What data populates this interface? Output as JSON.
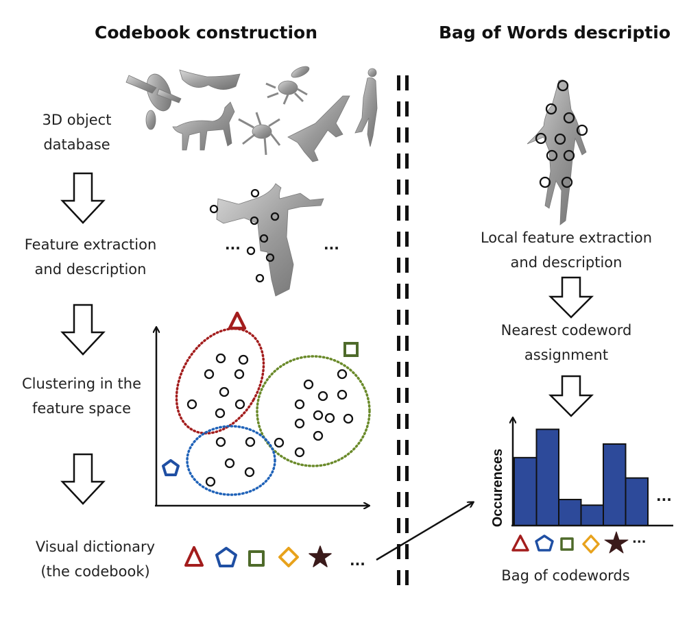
{
  "left_panel": {
    "title": "Codebook construction",
    "steps": [
      {
        "line1": "3D object",
        "line2": "database"
      },
      {
        "line1": "Feature extraction",
        "line2": "and description"
      },
      {
        "line1": "Clustering in the",
        "line2": "feature space"
      },
      {
        "line1": "Visual dictionary",
        "line2": "(the codebook)"
      }
    ],
    "ellipsis": "...",
    "codebook_symbols": [
      {
        "name": "triangle",
        "color": "#a31d1d"
      },
      {
        "name": "pentagon",
        "color": "#1f4fa3"
      },
      {
        "name": "square",
        "color": "#4e6a2a"
      },
      {
        "name": "diamond",
        "color": "#e8a21c"
      },
      {
        "name": "star",
        "color": "#3a1a1a"
      }
    ],
    "clusters": [
      {
        "symbol": "triangle",
        "color": "#a31d1d"
      },
      {
        "symbol": "pentagon",
        "color": "#1f4fa3"
      },
      {
        "symbol": "square",
        "color": "#6a8a2a"
      }
    ]
  },
  "right_panel": {
    "title": "Bag of Words descriptio",
    "steps": [
      {
        "line1": "Local feature extraction",
        "line2": "and description"
      },
      {
        "line1": "Nearest codeword",
        "line2": "assignment"
      }
    ],
    "caption": "Bag of codewords",
    "ellipsis": "..."
  },
  "chart_data": {
    "type": "bar",
    "title": "",
    "xlabel": "Bag of codewords",
    "ylabel": "Occurences",
    "categories": [
      "triangle",
      "pentagon",
      "square",
      "diamond",
      "star"
    ],
    "values": [
      6.0,
      8.5,
      2.3,
      1.8,
      7.2,
      4.2
    ],
    "ylim": [
      0,
      9.5
    ],
    "bar_color": "#2d4a9a",
    "grid": false,
    "legend": "none",
    "trailing_ellipsis": "..."
  }
}
